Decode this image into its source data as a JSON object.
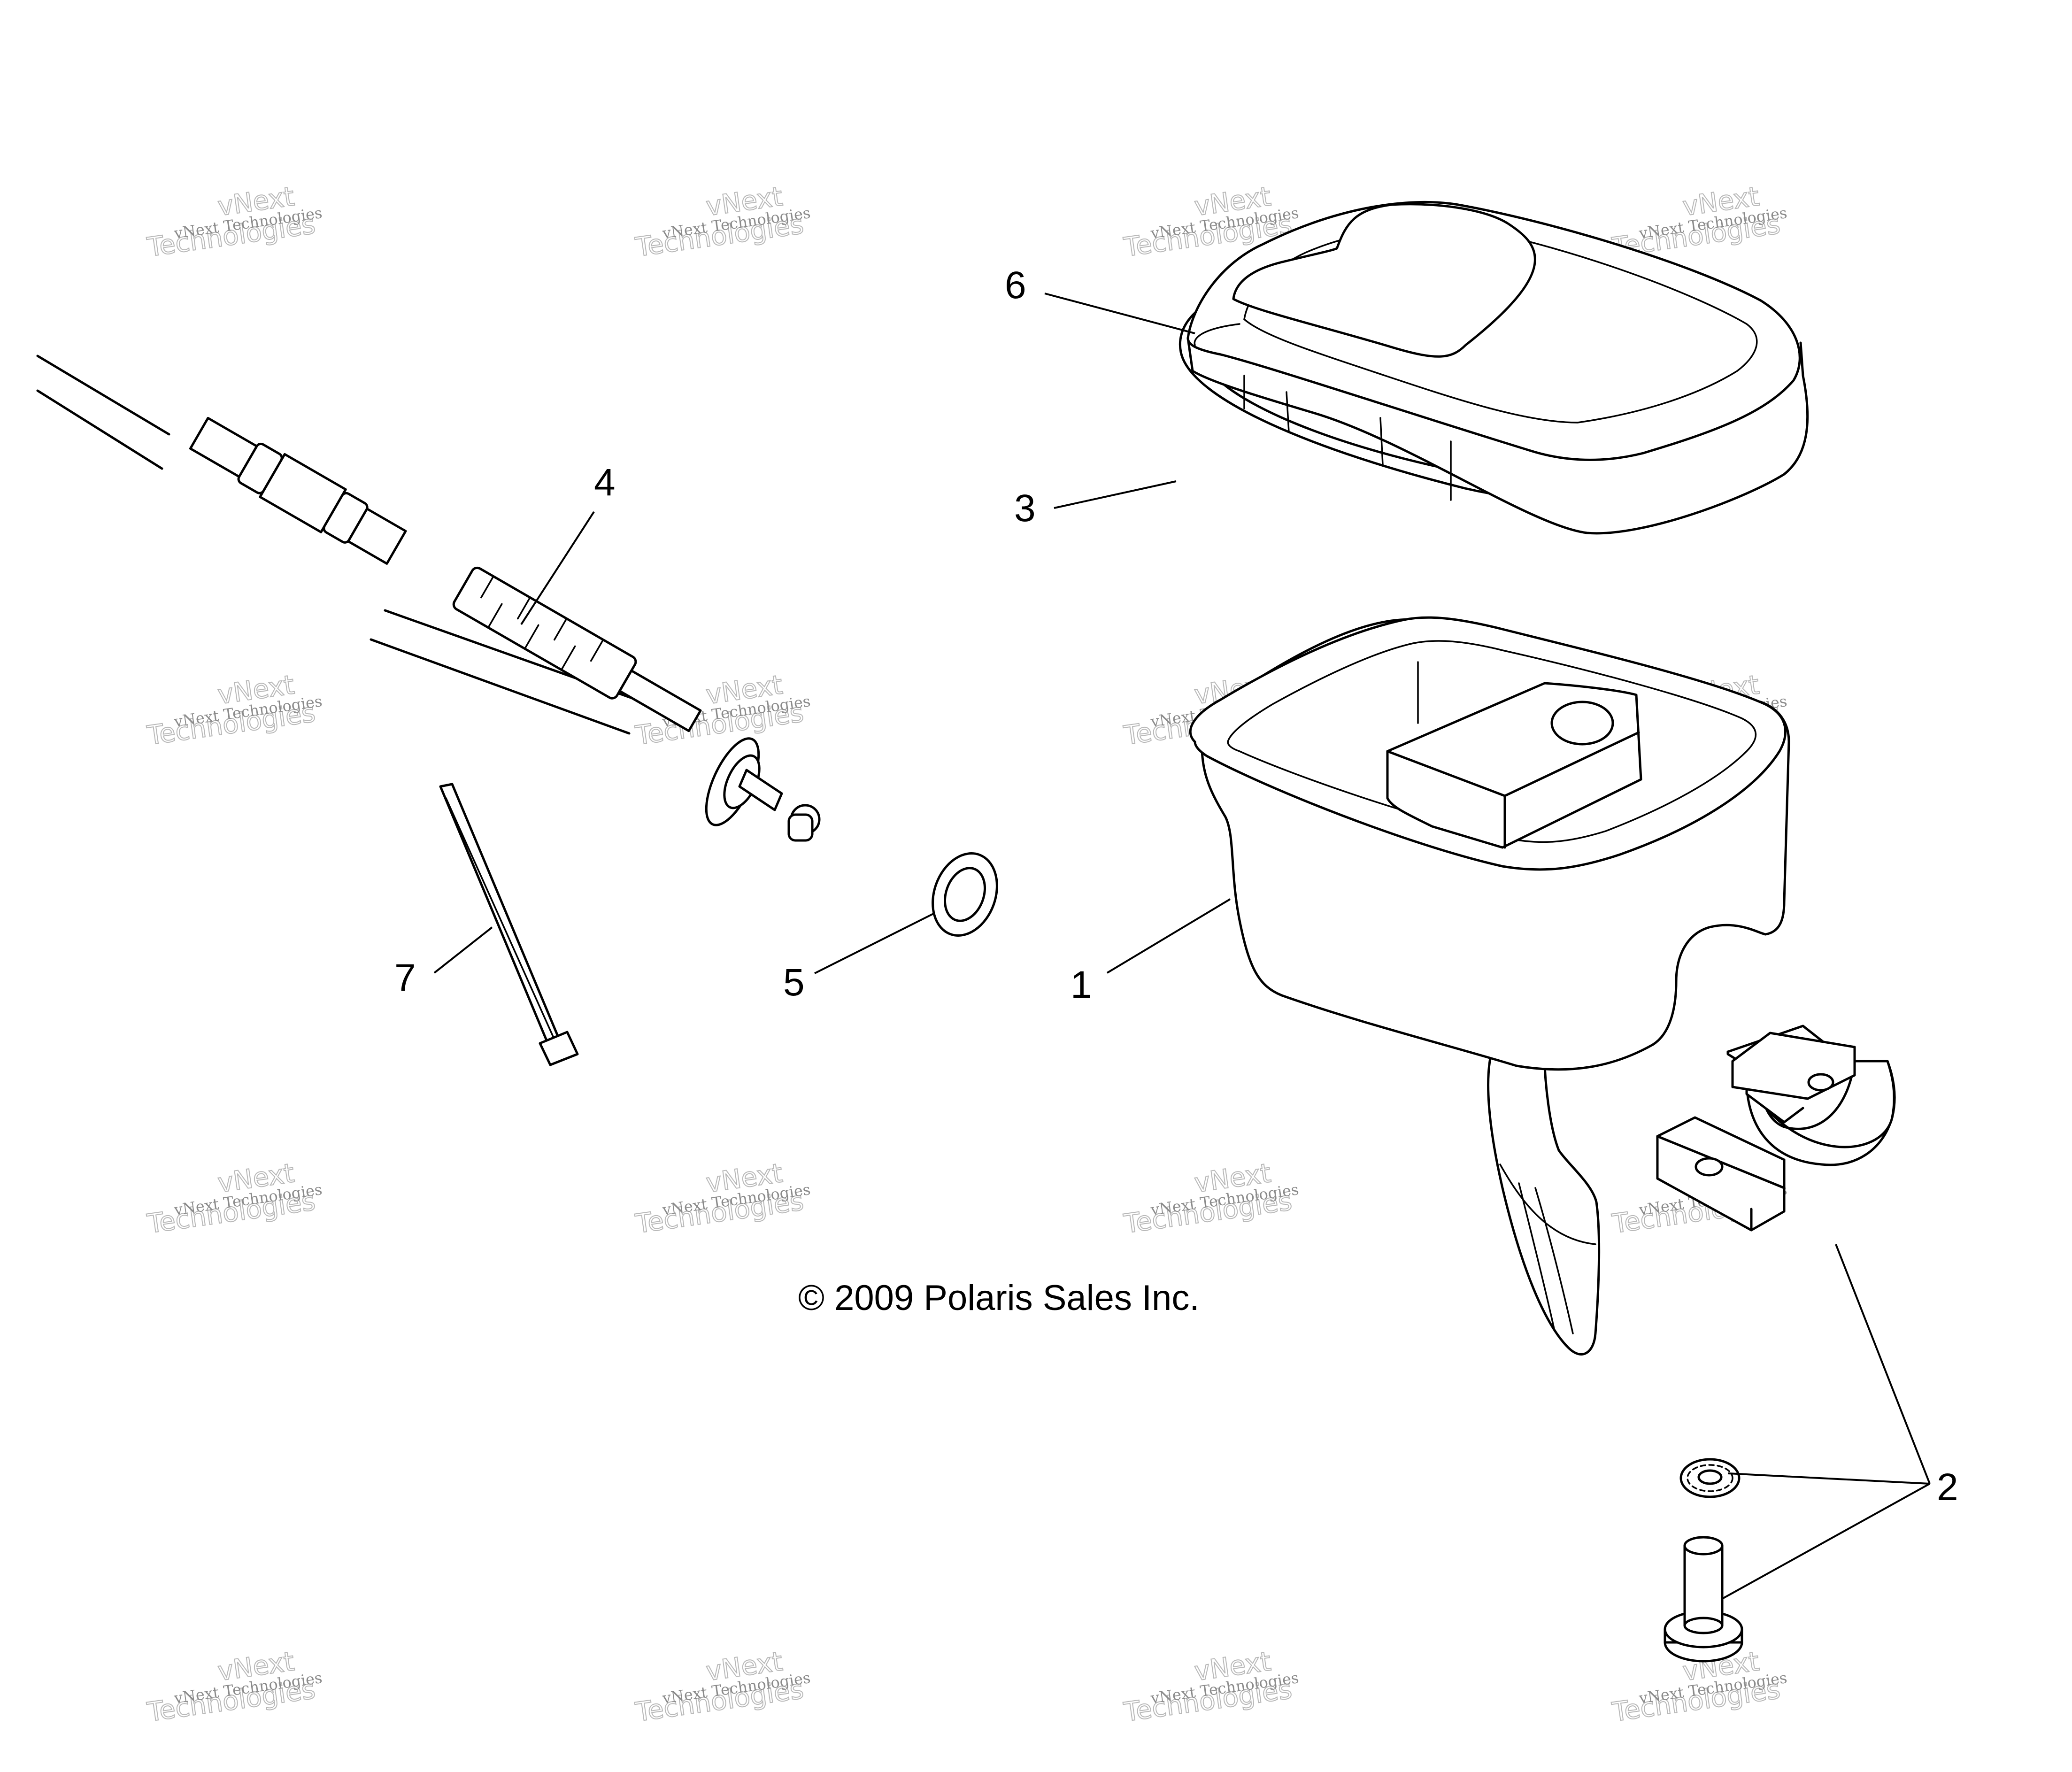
{
  "callouts": {
    "c1": "1",
    "c2": "2",
    "c3": "3",
    "c4": "4",
    "c5": "5",
    "c6": "6",
    "c7": "7"
  },
  "copyright": "© 2009 Polaris Sales Inc.",
  "watermark": {
    "line1": "vNext Technologies",
    "line2": "vNext",
    "line3": "Technologies"
  }
}
